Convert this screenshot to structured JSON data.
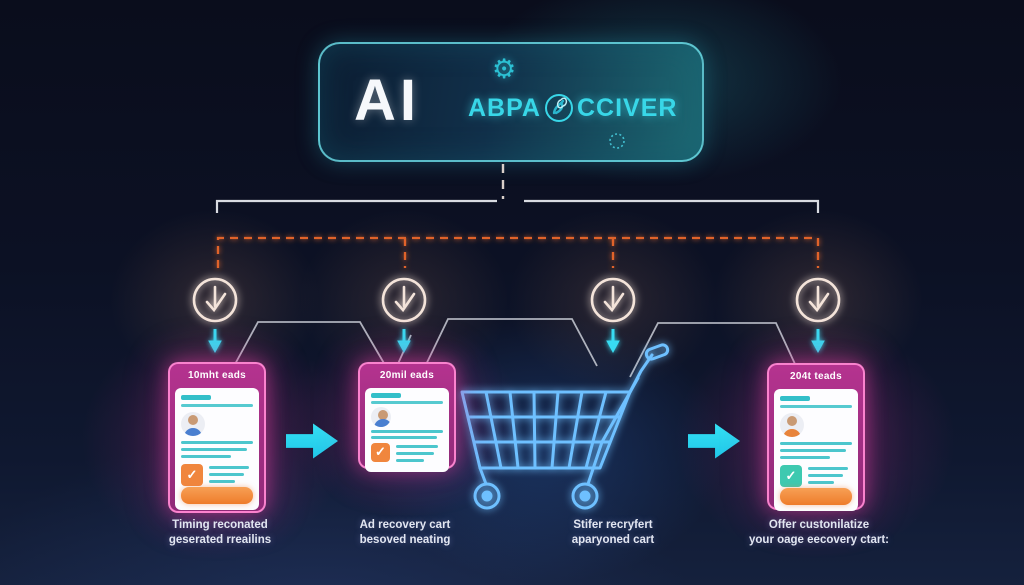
{
  "header": {
    "ai_label": "AI",
    "brand_left": "ABPA",
    "brand_right": "CCIVER"
  },
  "columns": [
    {
      "type": "lead-card",
      "title": "10mht eads",
      "caption_line1": "Timing reconated",
      "caption_line2": "geserated rreailins"
    },
    {
      "type": "lead-card",
      "title": "20mil eads",
      "caption_line1": "Ad recovery cart",
      "caption_line2": "besoved neating"
    },
    {
      "type": "shopping-cart",
      "caption_line1": "Stifer recryfert",
      "caption_line2": "aparyoned cart"
    },
    {
      "type": "lead-card",
      "title": "204t teads",
      "caption_line1": "Offer custonilatize",
      "caption_line2": "your oage eecovery ctart:"
    }
  ],
  "icons": {
    "gear": "⚙",
    "check": "✓",
    "download_circle": "down-arrow-with-check",
    "flow_arrow": "right-block-arrow"
  },
  "palette": {
    "background_navy": "#0c1124",
    "panel_teal": "#1d6a74",
    "brand_cyan": "#38d7e8",
    "connector_orange": "#e0642a",
    "connector_white": "#d9dbe2",
    "circle_warm_white": "#f4e4da",
    "cyan_arrow": "#38dcf2",
    "card_magenta": "#b5338f",
    "card_glow_pink": "#ff5ec8",
    "content_teal": "#4cc6cd",
    "accent_orange": "#f0863e",
    "check_teal": "#3ec9b0",
    "cart_blue": "#6ec0ff",
    "caption_text": "#e2e6f1"
  }
}
